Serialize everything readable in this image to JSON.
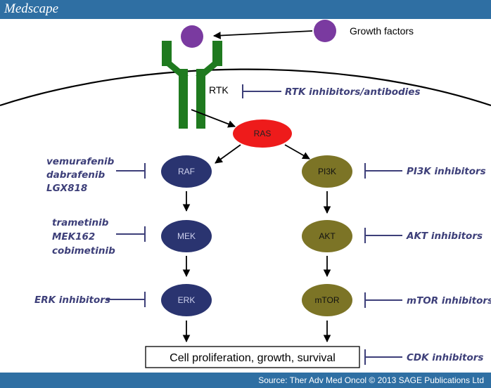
{
  "header": {
    "brand": "Medscape"
  },
  "footer": {
    "source": "Source: Ther Adv Med Oncol © 2013 SAGE Publications Ltd"
  },
  "colors": {
    "bar": "#2f6fa3",
    "ligand": "#7a3aa0",
    "receptor": "#1f7a1f",
    "ras": "#ee1b1b",
    "mapk_node": "#2a3470",
    "pi3k_node": "#7c7426",
    "inhibitor_line": "#3d3f79"
  },
  "diagram": {
    "growth_factors": "Growth factors",
    "rtk": "RTK",
    "rtk_inhibitors": "RTK inhibitors/antibodies",
    "nodes": {
      "ras": "RAS",
      "raf": "RAF",
      "mek": "MEK",
      "erk": "ERK",
      "pi3k": "PI3K",
      "akt": "AKT",
      "mtor": "mTOR"
    },
    "raf_drugs": [
      "vemurafenib",
      "dabrafenib",
      "LGX818"
    ],
    "mek_drugs": [
      "trametinib",
      "MEK162",
      "cobimetinib"
    ],
    "erk_inhibitors": "ERK inhibitors",
    "pi3k_inhibitors": "PI3K inhibitors",
    "akt_inhibitors": "AKT inhibitors",
    "mtor_inhibitors": "mTOR inhibitors",
    "cdk_inhibitors": "CDK inhibitors",
    "outcome": "Cell proliferation, growth, survival"
  }
}
